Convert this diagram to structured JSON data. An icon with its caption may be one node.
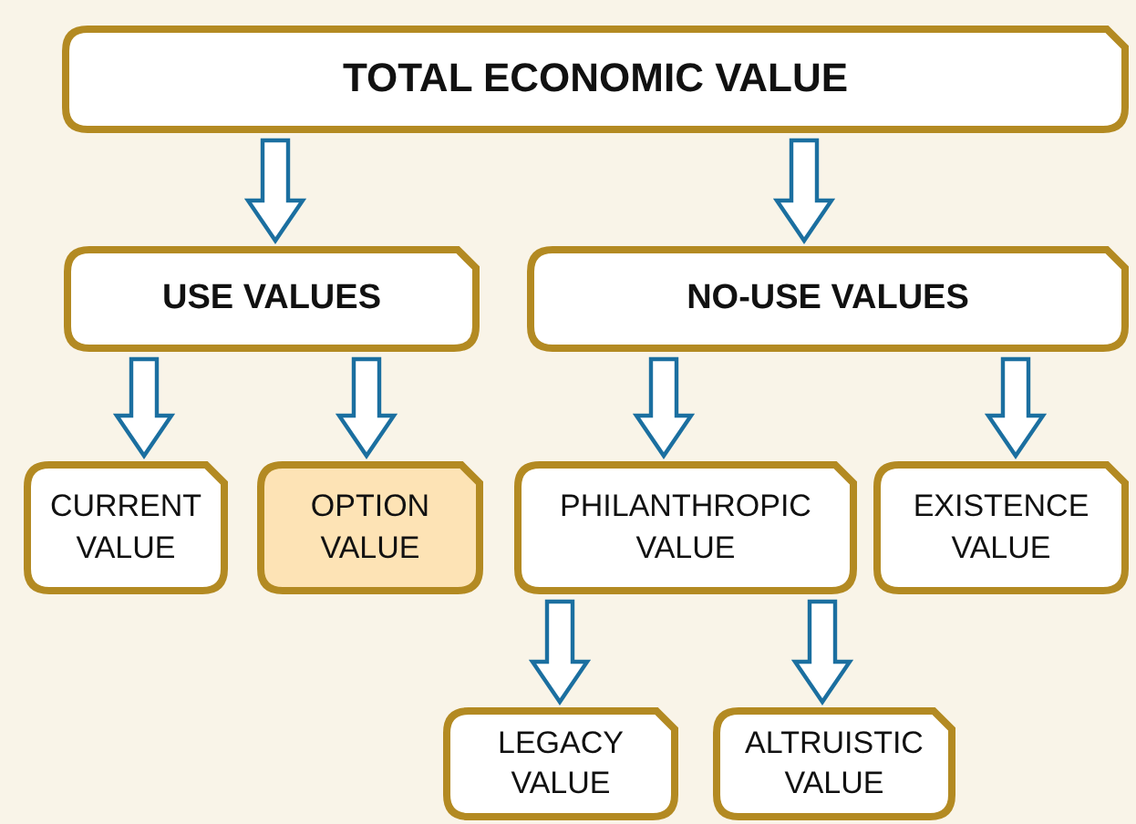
{
  "diagram": {
    "nodes": [
      {
        "text": [
          "TOTAL ECONOMIC VALUE"
        ]
      },
      {
        "text": [
          "USE VALUES"
        ]
      },
      {
        "text": [
          "NO-USE VALUES"
        ]
      },
      {
        "text": [
          "CURRENT VALUE"
        ]
      },
      {
        "text": [
          "OPTION VALUE"
        ]
      },
      {
        "text": [
          "PHILANTHROPIC VALUE"
        ]
      },
      {
        "text": [
          "EXISTENCE VALUE"
        ]
      },
      {
        "text": [
          "LEGACY VALUE"
        ]
      },
      {
        "text": [
          "ALTRUISTIC VALUE"
        ]
      }
    ],
    "edges": [
      {
        "from": 0,
        "to": 1,
        "arrow": "to"
      },
      {
        "from": 0,
        "to": 2,
        "arrow": "to"
      },
      {
        "from": 1,
        "to": 3,
        "arrow": "to"
      },
      {
        "from": 1,
        "to": 4,
        "arrow": "to"
      },
      {
        "from": 2,
        "to": 5,
        "arrow": "to"
      },
      {
        "from": 2,
        "to": 6,
        "arrow": "to"
      },
      {
        "from": 5,
        "to": 7,
        "arrow": "to"
      },
      {
        "from": 5,
        "to": 8,
        "arrow": "to"
      }
    ]
  }
}
